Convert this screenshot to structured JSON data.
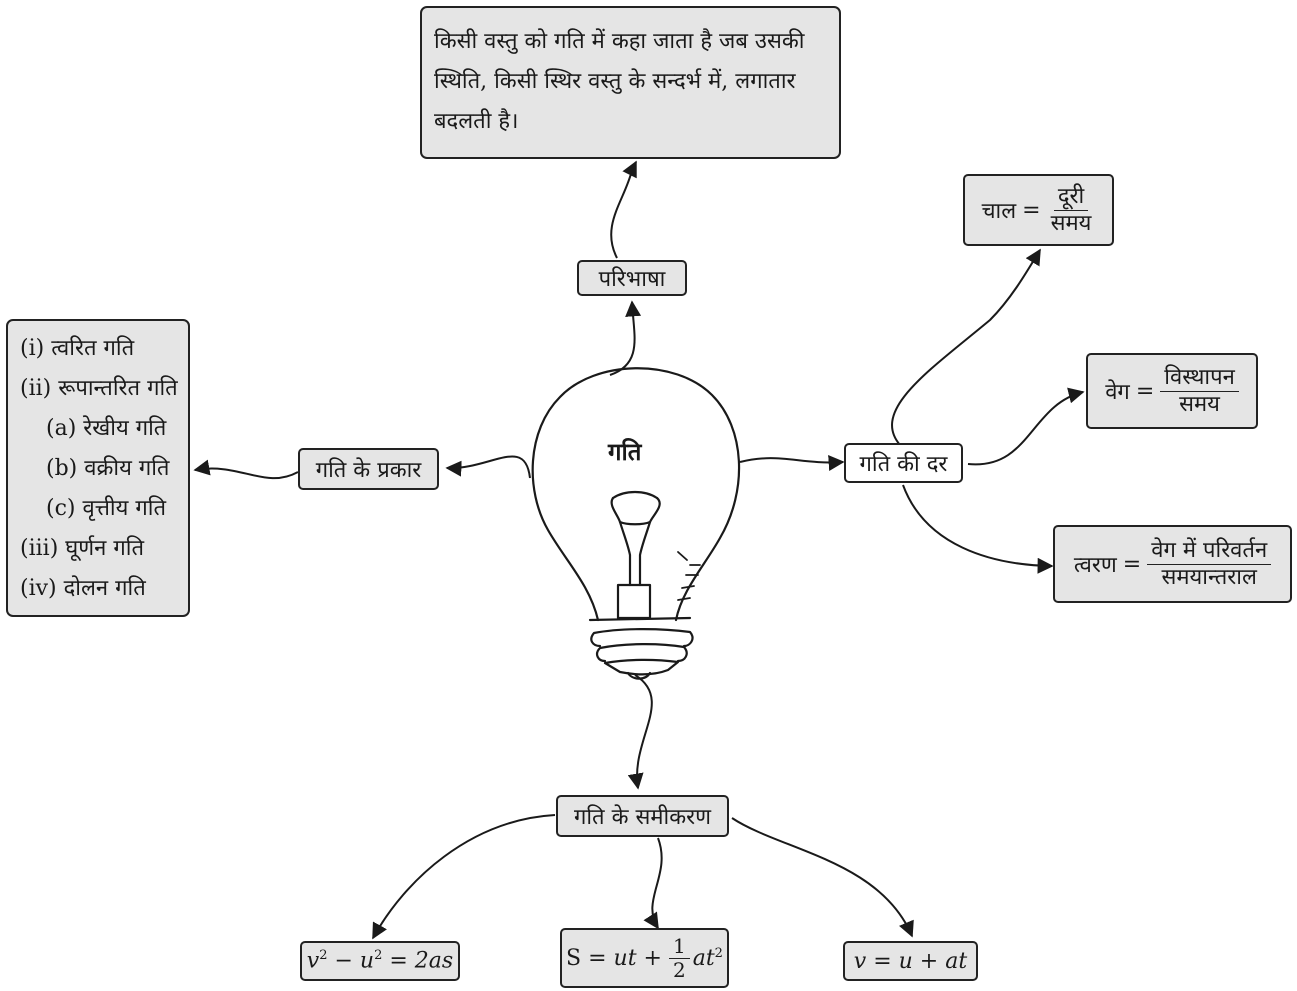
{
  "center": {
    "label": "गति"
  },
  "definition": {
    "node_label": "परिभाषा",
    "lines": [
      "किसी वस्तु को गति में कहा जाता है जब उसकी",
      "स्थिति, किसी स्थिर वस्तु के सन्दर्भ में, लगातार",
      "बदलती है।"
    ]
  },
  "types": {
    "node_label": "गति के प्रकार",
    "items": [
      "(i) त्वरित गति",
      "(ii) रूपान्तरित गति",
      "(a) रेखीय गति",
      "(b) वक्रीय गति",
      "(c) वृत्तीय गति",
      "(iii) घूर्णन गति",
      "(iv) दोलन गति"
    ]
  },
  "rate": {
    "node_label": "गति की दर",
    "speed": {
      "lhs": "चाल",
      "eq": "=",
      "num": "दूरी",
      "den": "समय"
    },
    "velocity": {
      "lhs": "वेग",
      "eq": "=",
      "num": "विस्थापन",
      "den": "समय"
    },
    "acceleration": {
      "lhs": "त्वरण",
      "eq": "=",
      "num": "वेग में परिवर्तन",
      "den": "समयान्तराल"
    }
  },
  "equations": {
    "node_label": "गति के समीकरण",
    "eq1": {
      "v": "v",
      "minus": " − ",
      "u": "u",
      "sq": "2",
      "rhs": " = 2as"
    },
    "eq2": {
      "lhs": "S = ",
      "a": "ut + ",
      "num": "1",
      "den": "2",
      "b": "at",
      "sq": "2"
    },
    "eq3": {
      "text": "v = u + at"
    }
  }
}
